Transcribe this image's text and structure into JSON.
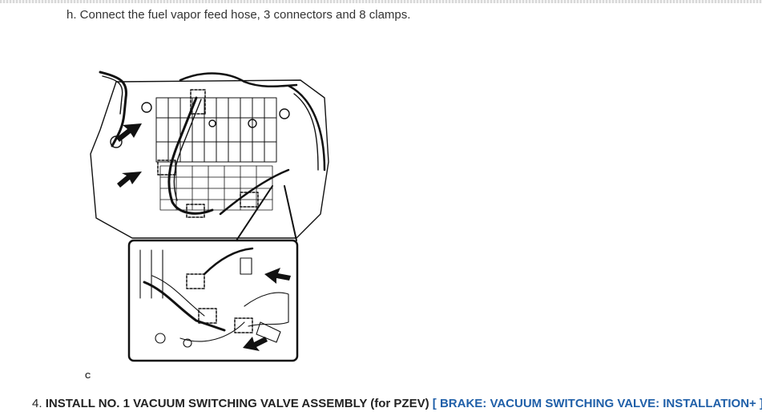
{
  "instructions": {
    "step_h": "h. Connect the fuel vapor feed hose, 3 connectors and 8 clamps.",
    "figure_code": "C",
    "step_4": {
      "number": "4.",
      "title": "INSTALL NO. 1 VACUUM SWITCHING VALVE ASSEMBLY (for PZEV)",
      "link_label": "[ BRAKE: VACUUM SWITCHING VALVE: INSTALLATION+ ]"
    }
  },
  "figure": {
    "icon": "engine-illustration",
    "line_color": "#111111"
  }
}
